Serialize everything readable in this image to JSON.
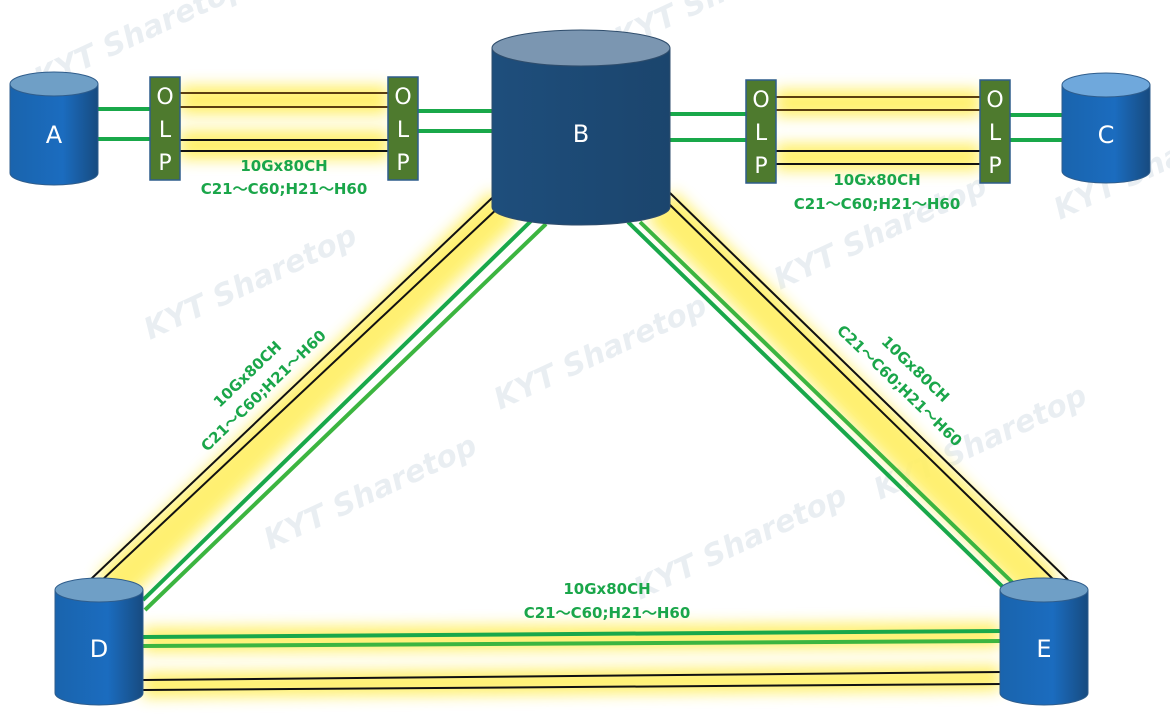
{
  "nodes": {
    "a": "A",
    "b": "B",
    "c": "C",
    "d": "D",
    "e": "E"
  },
  "olp_letters": [
    "O",
    "L",
    "P"
  ],
  "links": {
    "a_b": {
      "line1": "10Gx80CH",
      "line2": "C21～C60;H21～H60"
    },
    "b_c": {
      "line1": "10Gx80CH",
      "line2": "C21～C60;H21～H60"
    },
    "b_d": {
      "line1": "10Gx80CH",
      "line2": "C21～C60;H21～H60"
    },
    "b_e": {
      "line1": "10Gx80CH",
      "line2": "C21～C60;H21～H60"
    },
    "d_e": {
      "line1": "10Gx80CH",
      "line2": "C21～C60;H21～H60"
    }
  },
  "watermark": "KYT Sharetop",
  "colors": {
    "node": "#1f6fb8",
    "node_dark": "#1e4f7a",
    "olp": "#4e7a2e",
    "fiber_green": "#19a84a",
    "glow": "#fff27a"
  }
}
